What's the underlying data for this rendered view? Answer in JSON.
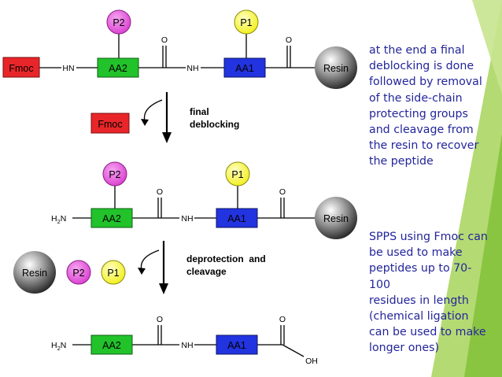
{
  "diagram": {
    "row1": {
      "fmoc": "Fmoc",
      "hn": "HN",
      "aa2": "AA2",
      "p2": "P2",
      "o_left": "O",
      "nh": "NH",
      "aa1": "AA1",
      "p1": "P1",
      "o_right": "O",
      "resin": "Resin"
    },
    "step1": {
      "removed": "Fmoc",
      "label_line1": "final",
      "label_line2": "deblocking"
    },
    "row2": {
      "h2n": "H",
      "h2n_sub": "2",
      "h2n_n": "N",
      "aa2": "AA2",
      "p2": "P2",
      "o_left": "O",
      "nh": "NH",
      "aa1": "AA1",
      "p1": "P1",
      "o_right": "O",
      "resin": "Resin"
    },
    "step2": {
      "resin": "Resin",
      "p2": "P2",
      "p1": "P1",
      "label_line1": "deprotection  and",
      "label_line2": "cleavage"
    },
    "row3": {
      "h2n": "H",
      "h2n_sub": "2",
      "h2n_n": "N",
      "aa2": "AA2",
      "o_left": "O",
      "nh": "NH",
      "aa1": "AA1",
      "o_right": "O",
      "oh": "OH"
    }
  },
  "notes": {
    "note1": [
      "at the end a final",
      "deblocking is done",
      "followed by removal",
      "of the side-chain",
      "protecting groups",
      "and cleavage from",
      "the resin to recover",
      "the peptide"
    ],
    "note2": [
      "SPPS using Fmoc can",
      "be used to make",
      "peptides up to 70-",
      "100",
      "residues in length",
      "(chemical ligation",
      "can be used to make",
      "longer ones)"
    ]
  },
  "colors": {
    "fmoc": "#e8262a",
    "aa2": "#22c22b",
    "aa1": "#2233e0",
    "p2": "#e040d8",
    "p1": "#ffff3a",
    "resin": "#5a5a5a",
    "note_text": "#23259a",
    "accent_green": "#8dc63f"
  }
}
